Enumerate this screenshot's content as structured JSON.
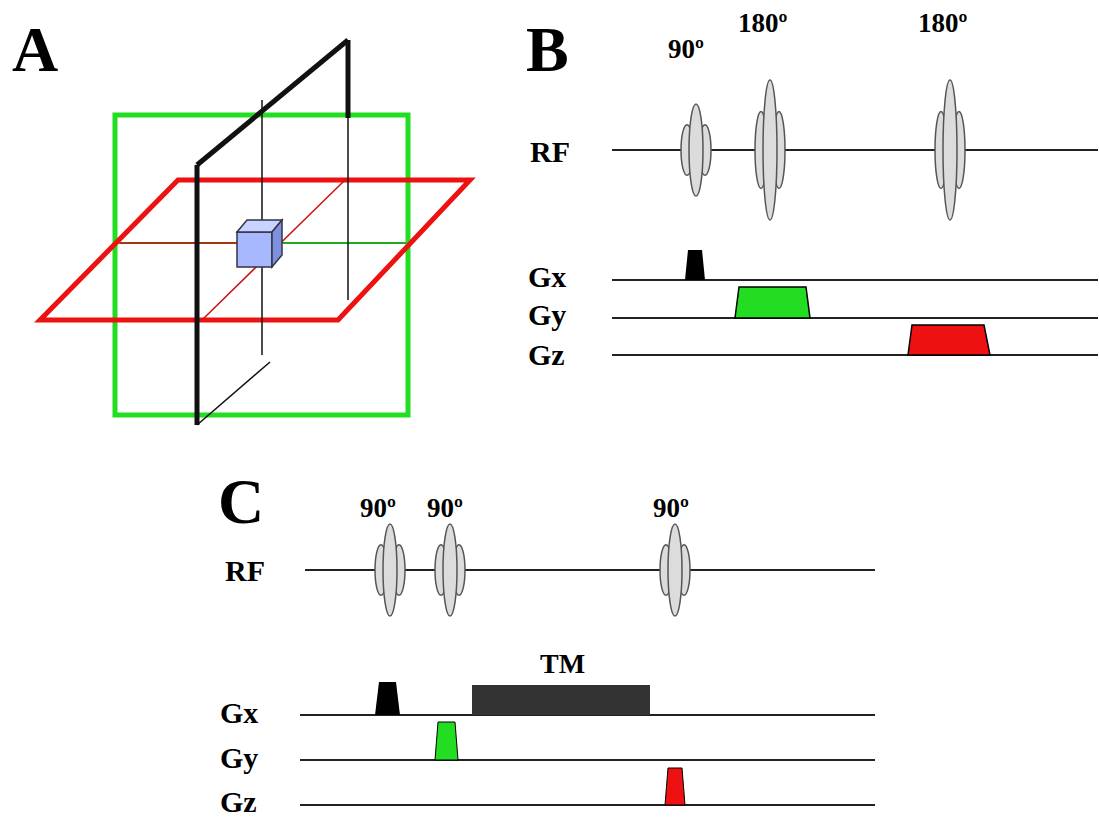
{
  "diagram": {
    "labels": [
      "A",
      "B",
      "90º",
      "180º",
      "180º",
      "RF",
      "Gx",
      "Gy",
      "Gz",
      "C",
      "90º",
      "90º",
      "90º",
      "RF",
      "TM",
      "Gx",
      "Gy",
      "Gz"
    ]
  }
}
